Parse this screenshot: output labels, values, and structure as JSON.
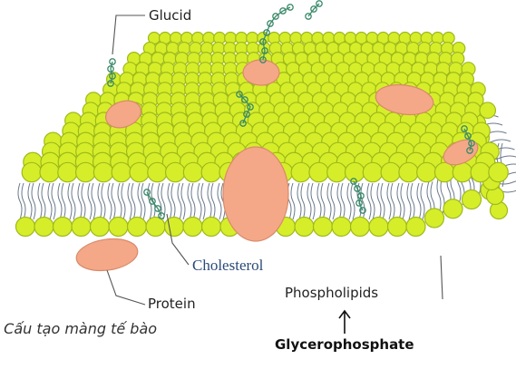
{
  "figure": {
    "labels": {
      "glucid": "Glucid",
      "cholesterol": "Cholesterol",
      "protein": "Protein",
      "phospholipids": "Phospholipids",
      "glycerophosphate": "Glycerophosphate"
    },
    "caption": ". Cấu tạo màng tế bào"
  },
  "colors": {
    "head": "#d6ee2a",
    "head_shade": "#9fb91a",
    "protein": "#f4a888",
    "protein_edge": "#d98a6a",
    "glycan": "#3b8a6a",
    "tail": "#6a7a8a"
  }
}
